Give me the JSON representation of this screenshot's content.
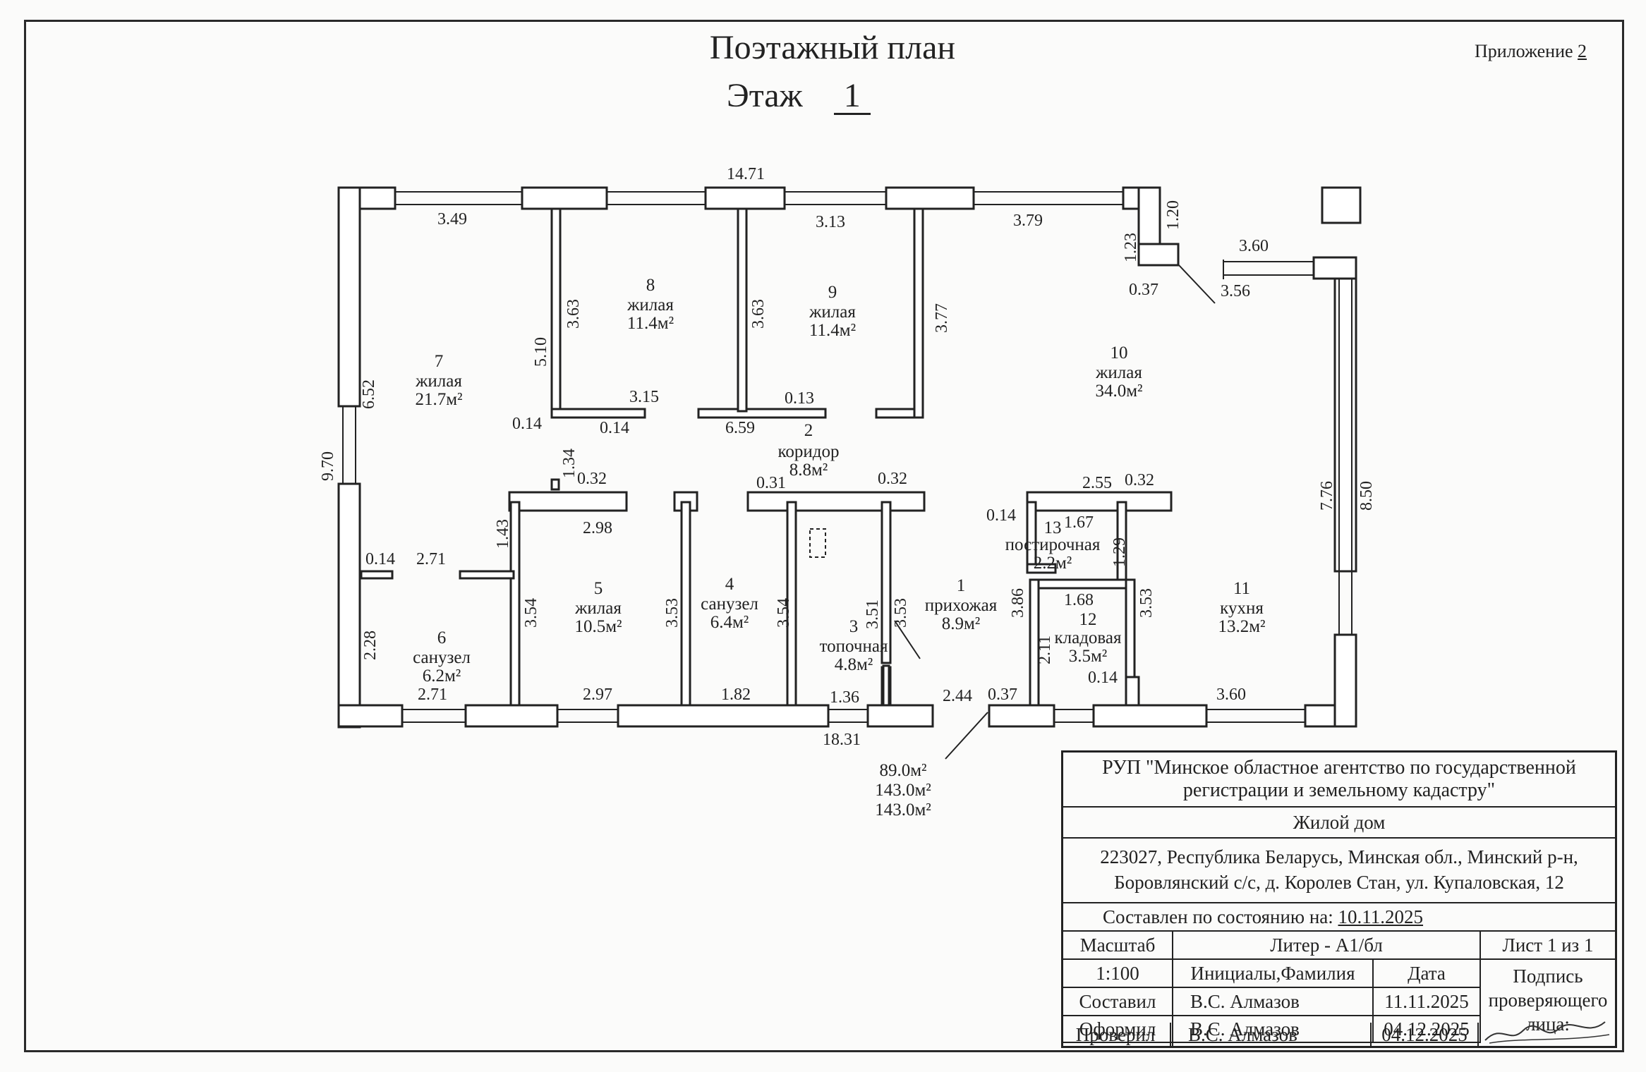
{
  "header": {
    "title": "Поэтажный план",
    "floor_label": "Этаж",
    "floor_number": "1",
    "appendix_label": "Приложение",
    "appendix_number": "2"
  },
  "rooms": [
    {
      "id": "room-1",
      "number": "1",
      "name": "прихожая",
      "area": "8.9м²"
    },
    {
      "id": "room-2",
      "number": "2",
      "name": "коридор",
      "area": "8.8м²"
    },
    {
      "id": "room-3",
      "number": "3",
      "name": "топочная",
      "area": "4.8м²"
    },
    {
      "id": "room-4",
      "number": "4",
      "name": "санузел",
      "area": "6.4м²"
    },
    {
      "id": "room-5",
      "number": "5",
      "name": "жилая",
      "area": "10.5м²"
    },
    {
      "id": "room-6",
      "number": "6",
      "name": "санузел",
      "area": "6.2м²"
    },
    {
      "id": "room-7",
      "number": "7",
      "name": "жилая",
      "area": "21.7м²"
    },
    {
      "id": "room-8",
      "number": "8",
      "name": "жилая",
      "area": "11.4м²"
    },
    {
      "id": "room-9",
      "number": "9",
      "name": "жилая",
      "area": "11.4м²"
    },
    {
      "id": "room-10",
      "number": "10",
      "name": "жилая",
      "area": "34.0м²"
    },
    {
      "id": "room-11",
      "number": "11",
      "name": "кухня",
      "area": "13.2м²"
    },
    {
      "id": "room-12",
      "number": "12",
      "name": "кладовая",
      "area": "3.5м²"
    },
    {
      "id": "room-13",
      "number": "13",
      "name": "постирочная",
      "area": "2.2м²"
    }
  ],
  "dimensions": [
    "14.71",
    "3.49",
    "3.13",
    "3.79",
    "1.20",
    "1.23",
    "0.37",
    "3.60",
    "3.56",
    "5.10",
    "3.63",
    "3.63",
    "3.77",
    "6.52",
    "9.70",
    "3.15",
    "0.14",
    "0.14",
    "0.13",
    "6.59",
    "1.34",
    "0.32",
    "0.31",
    "0.32",
    "2.55",
    "0.32",
    "0.14",
    "1.67",
    "1.43",
    "2.98",
    "1.29",
    "3.86",
    "3.53",
    "1.68",
    "7.76",
    "8.50",
    "0.14",
    "2.71",
    "3.54",
    "3.53",
    "3.54",
    "3.51",
    "3.53",
    "2.11",
    "0.14",
    "2.28",
    "2.71",
    "2.97",
    "1.82",
    "1.36",
    "2.44",
    "0.37",
    "3.60",
    "18.31"
  ],
  "totals": {
    "total_1": "89.0м²",
    "total_2": "143.0м²",
    "total_3": "143.0м²"
  },
  "title_block": {
    "organization": "РУП \"Минское областное агентство по государственной регистрации и земельному кадастру\"",
    "object": "Жилой дом",
    "address_line1": "223027, Республика Беларусь, Минская обл., Минский р-н,",
    "address_line2": "Боровлянский с/с, д. Королев Стан, ул. Купаловская, 12",
    "state_label": "Составлен по состоянию на:",
    "state_date": "10.11.2025",
    "scale_label": "Масштаб",
    "scale_value": "1:100",
    "liter_label": "Литер -",
    "liter_value": "А1/бл",
    "sheet_label": "Лист 1 из 1",
    "initials_label": "Инициалы,Фамилия",
    "date_label": "Дата",
    "signature_label": "Подпись проверяющего лица:",
    "rows": [
      {
        "role": "Составил",
        "name": "В.С. Алмазов",
        "date": "11.11.2025"
      },
      {
        "role": "Оформил",
        "name": "В.С. Алмазов",
        "date": "04.12.2025"
      },
      {
        "role": "Проверил",
        "name": "В.С. Алмазов",
        "date": "04.12.2025"
      }
    ]
  },
  "colors": {
    "ink": "#222222",
    "paper": "#fbfbfa",
    "wall_fill": "#ffffff"
  }
}
